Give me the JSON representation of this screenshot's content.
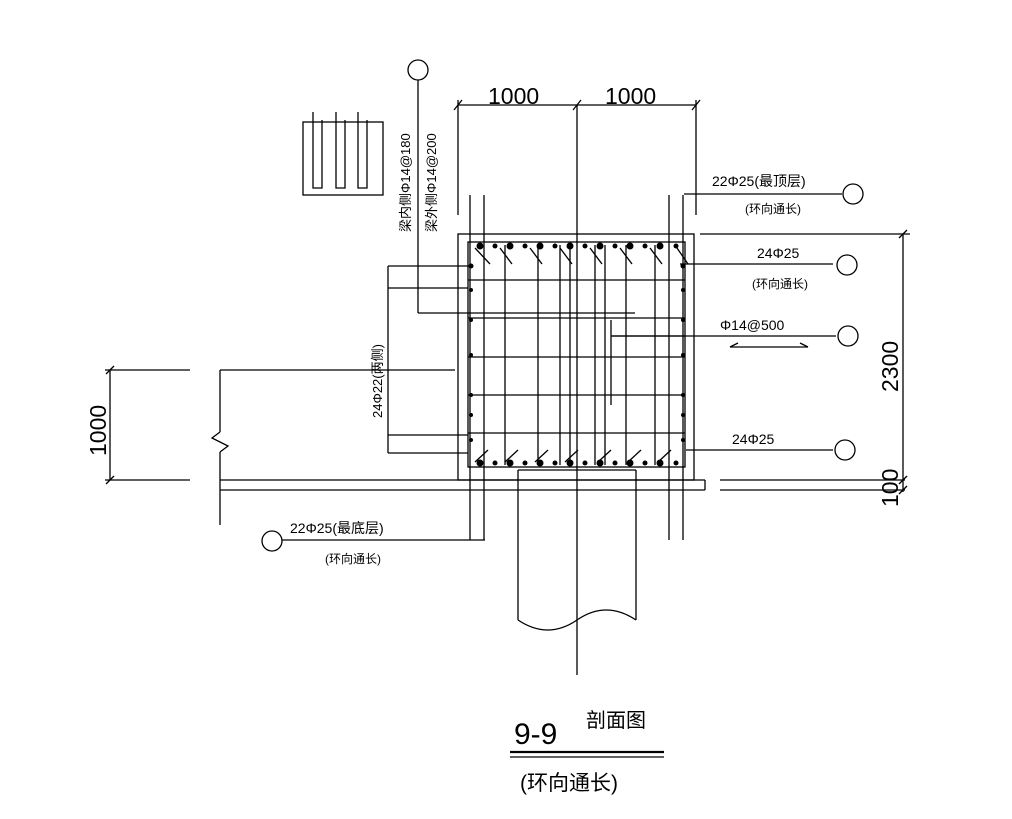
{
  "dimensions": {
    "top_left": "1000",
    "top_right": "1000",
    "right_height": "2300",
    "right_small": "100",
    "left_height": "1000"
  },
  "labels": {
    "top_rebar": "22Φ25(最顶层)",
    "top_rebar_note": "(环向通长)",
    "upper_side_rebar": "24Φ25",
    "upper_side_note": "(环向通长)",
    "tie_rebar": "Φ14@500",
    "lower_rebar": "24Φ25",
    "bottom_rebar": "22Φ25(最底层)",
    "bottom_rebar_note": "(环向通长)",
    "side_rebar": "24Φ22(两侧)",
    "stirrup_inner": "梁内侧Φ14@180",
    "stirrup_outer": "梁外侧Φ14@200"
  },
  "title": {
    "section_number": "9-9",
    "section_name": "剖面图",
    "subtitle": "(环向通长)"
  }
}
